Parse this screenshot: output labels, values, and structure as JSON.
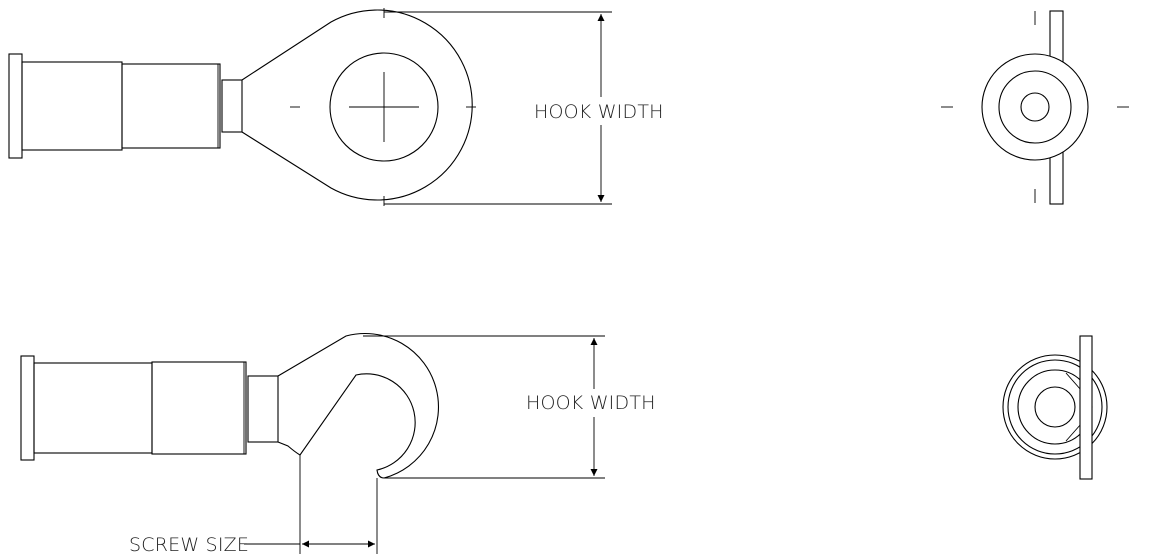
{
  "labels": {
    "ring_hook_width": "HOOK WIDTH",
    "open_hook_width": "HOOK WIDTH",
    "screw_size": "SCREW SIZE"
  }
}
